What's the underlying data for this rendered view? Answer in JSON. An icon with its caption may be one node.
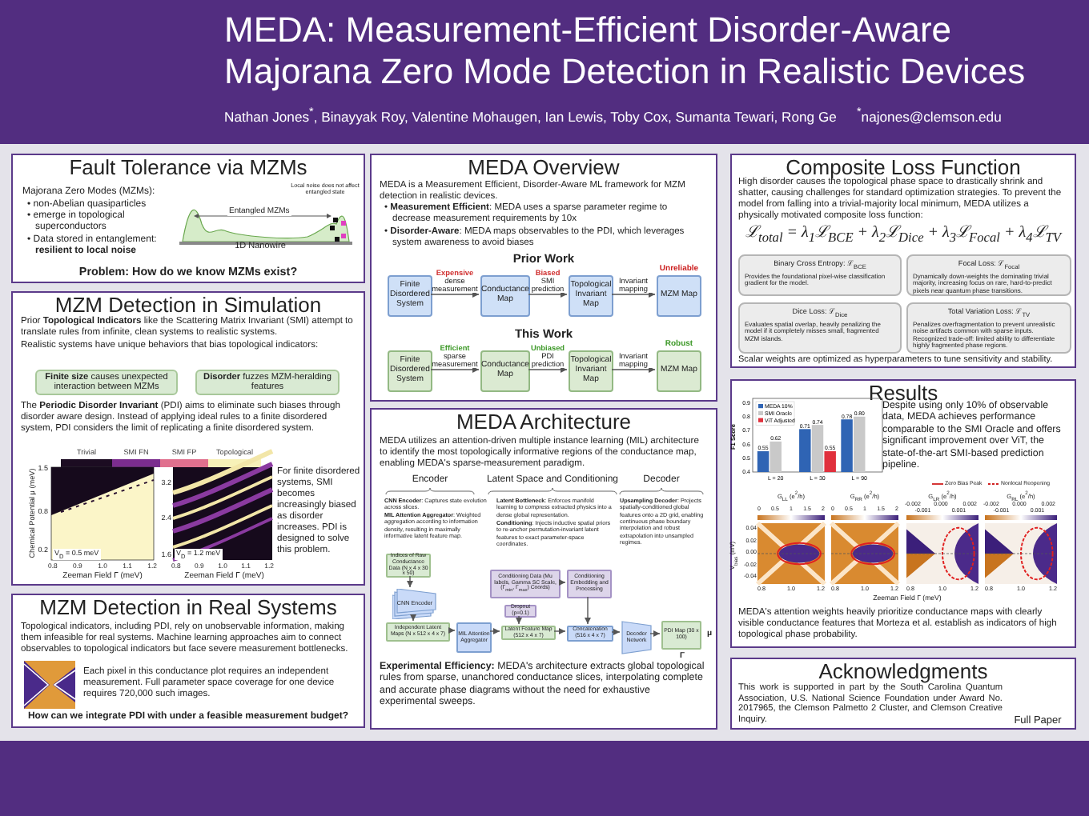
{
  "diagram": {
    "title": "MEDA: Measurement-Efficient Disorder-Aware Majorana Zero Mode Detection in Realistic Devices",
    "nodes": [
      {
        "text": [
          "Fault Tolerance via MZMs"
        ]
      },
      {
        "text": [
          "MZM Detection in Simulation"
        ]
      },
      {
        "text": [
          "**Finite size** causes unexpected interaction between MZMs"
        ],
        "in": 1
      },
      {
        "text": [
          "**Disorder** fuzzes MZM-heralding features"
        ],
        "in": 1
      },
      {
        "text": [
          "MZM Detection in Real Systems"
        ]
      },
      {
        "text": [
          "MEDA Overview"
        ]
      },
      {
        "text": [
          "Finite Disordered System"
        ],
        "in": 5
      },
      {
        "text": [
          "Conductance Map"
        ],
        "in": 5
      },
      {
        "text": [
          "Topological Invariant Map"
        ],
        "in": 5
      },
      {
        "text": [
          "MZM Map"
        ],
        "in": 5,
        "beside": [
          "Unreliable"
        ]
      },
      {
        "text": [
          "Finite Disordered System"
        ],
        "in": 5
      },
      {
        "text": [
          "Conductance Map"
        ],
        "in": 5
      },
      {
        "text": [
          "Topological Invariant Map"
        ],
        "in": 5
      },
      {
        "text": [
          "MZM Map"
        ],
        "in": 5,
        "beside": [
          "Robust"
        ]
      },
      {
        "text": [
          "MEDA Architecture"
        ]
      },
      {
        "text": [
          "Indices of Raw Conductance Data (N x 4 x 30 x 50)"
        ],
        "in": 14
      },
      {
        "text": [
          "CNN Encoder"
        ],
        "in": 14
      },
      {
        "text": [
          "Independent Latent Maps (N x 512 x 4 x 7)"
        ],
        "in": 14
      },
      {
        "text": [
          "MIL Attention Aggregator"
        ],
        "in": 14
      },
      {
        "text": [
          "Dropout (p=0.1)"
        ],
        "in": 14
      },
      {
        "text": [
          "Latent Feature Map (512 x 4 x 7)"
        ],
        "in": 14
      },
      {
        "text": [
          "Conditioning Data (Mu labels, Gamma SC Scale, (Γ$_{min}$, Γ$_{max}$) Coords)"
        ],
        "in": 14
      },
      {
        "text": [
          "Conditioning Embedding and Processing"
        ],
        "in": 14
      },
      {
        "text": [
          "Concatenation (516 x 4 x 7)"
        ],
        "in": 14
      },
      {
        "text": [
          "Decoder Network"
        ],
        "in": 14
      },
      {
        "text": [
          "PDI Map (30 x 100)"
        ],
        "in": 14,
        "beside": [
          "μ",
          "Γ"
        ]
      },
      {
        "text": [
          "Composite Loss Function"
        ]
      },
      {
        "text": [
          "Binary Cross Entropy: ℒ$_{BCE}$",
          "Provides the foundational pixel-wise classification gradient for the model."
        ],
        "in": 26
      },
      {
        "text": [
          "Focal Loss: ℒ$_{Focal}$",
          "Dynamically down-weights the dominating trivial majority, increasing focus on rare, hard-to-predict pixels near quantum phase transitions."
        ],
        "in": 26
      },
      {
        "text": [
          "Dice Loss: ℒ$_{Dice}$",
          "Evaluates spatial overlap, heavily penalizing the model if it completely misses small, fragmented MZM islands."
        ],
        "in": 26
      },
      {
        "text": [
          "Total Variation Loss: ℒ$_{TV}$",
          "Penalizes overfragmentation to prevent unrealistic noise artifacts common with sparse inputs. Recognized trade-off: limited ability to differentiate highly fragmented phase regions."
        ],
        "in": 26
      },
      {
        "text": [
          "Results"
        ]
      },
      {
        "text": [
          "Acknowledgments"
        ]
      }
    ],
    "edges": [
      {
        "from": 6,
        "to": 7,
        "arrow": "to",
        "label": "**Expensive** dense measurement"
      },
      {
        "from": 7,
        "to": 8,
        "arrow": "to",
        "label": "**Biased** SMI prediction"
      },
      {
        "from": 8,
        "to": 9,
        "arrow": "to",
        "label": "Invariant mapping"
      },
      {
        "from": 10,
        "to": 11,
        "arrow": "to",
        "label": "**Efficient** sparse measurement"
      },
      {
        "from": 11,
        "to": 12,
        "arrow": "to",
        "label": "**Unbiased** PDI prediction"
      },
      {
        "from": 12,
        "to": 13,
        "arrow": "to",
        "label": "Invariant mapping"
      },
      {
        "from": 15,
        "to": 16,
        "arrow": "to"
      },
      {
        "from": 16,
        "to": 17,
        "arrow": "to"
      },
      {
        "from": 17,
        "to": 18,
        "arrow": "to"
      },
      {
        "from": 18,
        "to": 20,
        "arrow": "to"
      },
      {
        "from": 19,
        "to": 20,
        "arrow": "to"
      },
      {
        "from": 20,
        "to": 23,
        "arrow": "to"
      },
      {
        "from": 21,
        "to": 22,
        "arrow": "to"
      },
      {
        "from": 22,
        "to": 23,
        "arrow": "to"
      },
      {
        "from": 23,
        "to": 24,
        "arrow": "to"
      },
      {
        "from": 24,
        "to": 25,
        "arrow": "to"
      }
    ],
    "labels": [
      "Nathan Jones$^{*}$, Binayyak Roy, Valentine Mohaugen, Ian Lewis, Toby Cox, Sumanta Tewari, Rong Ge",
      "$^{*}$najones@clemson.edu",
      "Majorana Zero Modes (MZMs):",
      "• non-Abelian quasiparticles",
      "• emerge in topological superconductors",
      "• Data stored in entanglement: **resilient to local noise**",
      "Local noise does not affect entangled state",
      "Entangled MZMs",
      "1D Nanowire",
      "Problem: How do we know MZMs exist?",
      "Prior **Topological Indicators** like the Scattering Matrix Invariant (SMI) attempt to translate rules from infinite, clean systems to realistic systems.",
      "Realistic systems have unique behaviors that bias topological indicators:",
      "The **Periodic Disorder Invariant** (PDI) aims to eliminate such biases through disorder aware design. Instead of applying ideal rules to a finite disordered system, PDI considers the limit of replicating a finite disordered system.",
      "Chemical Potential μ (meV)",
      "1.5",
      "0.8",
      "0.2",
      "3.2",
      "2.4",
      "1.6",
      "V$_{D}$ = 0.5 meV",
      "V$_{D}$ = 1.2 meV",
      "0.8 0.9 1.0 1.1 1.2",
      "0.8 0.9 1.0 1.1 1.2",
      "Zeeman Field Γ (meV)",
      "Zeeman Field Γ (meV)",
      "For finite disordered systems, SMI becomes increasingly biased as disorder increases. PDI is designed to solve this problem.",
      "Topological indicators, including PDI, rely on unobservable information, making them infeasible for real systems. Machine learning approaches aim to connect observables to topological indicators but face severe measurement bottlenecks.",
      "Each pixel in this conductance plot requires an independent measurement. Full parameter space coverage for one device requires 720,000 such images.",
      "How can we integrate PDI with under a feasible measurement budget?",
      "MEDA is a Measurement Efficient, Disorder-Aware ML framework for MZM detection in realistic devices.",
      "• **Measurement Efficient**: MEDA uses a sparse parameter regime to decrease measurement requirements by 10x",
      "• **Disorder-Aware**: MEDA maps observables to the PDI, which leverages system awareness to avoid biases",
      "Prior Work",
      "This Work",
      "MEDA utilizes an attention-driven multiple instance learning (MIL) architecture to identify the most topologically informative regions of the conductance map, enabling MEDA's sparse-measurement paradigm.",
      "Encoder",
      "Latent Space and Conditioning",
      "Decoder",
      "**CNN Encoder**: Captures state evolution across slices.",
      "**MIL Attention Aggregator**: Weighted aggregation according to information density, resulting in maximally informative latent feature map.",
      "**Latent Bottleneck**: Enforces manifold learning to compress extracted physics into a dense global representation.",
      "**Conditioning**: Injects inductive spatial priors to re-anchor permutation-invariant latent features to exact parameter-space coordinates.",
      "**Upsampling Decoder**: Projects spatially-conditioned global features onto a 2D grid, enabling continuous phase boundary interpolation and robust extrapolation into unsampled regimes.",
      "**Experimental Efficiency:** MEDA's architecture extracts global topological rules from sparse, unanchored conductance slices, interpolating complete and accurate phase diagrams without the need for exhaustive experimental sweeps.",
      "High disorder causes the topological phase space to drastically shrink and shatter, causing challenges for standard optimization strategies. To prevent the model from falling into a trivial-majority local minimum, MEDA utilizes a physically motivated composite loss function:",
      "ℒ$_{total}$ = λ$_{1}$ℒ$_{BCE}$ + λ$_{2}$ℒ$_{Dice}$ + λ$_{3}$ℒ$_{Focal}$ + λ$_{4}$ℒ$_{TV}$",
      "Scalar weights are optimized as hyperparameters to tune sensitivity and stability.",
      "Despite using only 10% of observable data, MEDA achieves performance comparable to the SMI Oracle and offers significant improvement over ViT, the state-of-the-art SMI-based prediction pipeline.",
      "G$_{LL}$ (e$^{2}$/h)",
      "G$_{RR}$ (e$^{2}$/h)",
      "G$_{LR}$ (e$^{2}$/h)",
      "G$_{RL}$ (e$^{2}$/h)",
      "0 0.5 1 1.5 2",
      "0 0.5 1 1.5 2",
      "-0.002",
      "-0.001",
      "0.000",
      "0.001",
      "0.002",
      "-0.002",
      "-0.001",
      "0.000",
      "0.001",
      "0.002",
      "V$_{bias}$ (mV)",
      "0.04 0.02 0.00 -0.02 -0.04",
      "0.8 1.0 1.2",
      "0.8 1.0 1.2",
      "0.8 1.0 1.2",
      "0.8 1.0 1.2",
      "Zeeman Field Γ (meV)",
      "MEDA's attention weights heavily prioritize conductance maps with clearly visible conductance features that Morteza et al. establish as indicators of high topological phase probability.",
      "This work is supported in part by the South Carolina Quantum Association, U.S. National Science Foundation under Award No. 2017965, the Clemson Palmetto 2 Cluster, and Clemson Creative Inquiry.",
      "Full Paper"
    ],
    "legend": [
      {
        "text": "Trivial",
        "color": "#1c0c22"
      },
      {
        "text": "SMI FN",
        "color": "#7b2d8e"
      },
      {
        "text": "SMI FP",
        "color": "#e0708e"
      },
      {
        "text": "Topological",
        "color": "#f7f1b8"
      },
      {
        "text": "Zero Bias Peak"
      },
      {
        "text": "Nonlocal Reopening"
      }
    ],
    "chart_data": {
      "type": "bar",
      "ylabel": "F1 Score",
      "categories": [
        "L = 20",
        "L = 30",
        "L = 90"
      ],
      "series": [
        {
          "name": "MEDA 10%",
          "color": "#2f64b4",
          "values": [
            0.55,
            0.71,
            0.78
          ]
        },
        {
          "name": "SMI Oracle",
          "color": "#c9c9c9",
          "values": [
            0.62,
            0.74,
            0.8
          ]
        },
        {
          "name": "ViT Adjusted",
          "color": "#e0303c",
          "values": [
            null,
            0.55,
            null
          ]
        }
      ],
      "ylim": [
        0.4,
        0.92
      ],
      "yticks": [
        0.4,
        0.5,
        0.6,
        0.7,
        0.8,
        0.9
      ],
      "legend": "upper left",
      "value_labels": [
        [
          "0.55",
          "0.71",
          "0.78"
        ],
        [
          "0.62",
          "0.74",
          "0.80"
        ],
        [
          null,
          "0.55",
          null
        ]
      ]
    }
  }
}
